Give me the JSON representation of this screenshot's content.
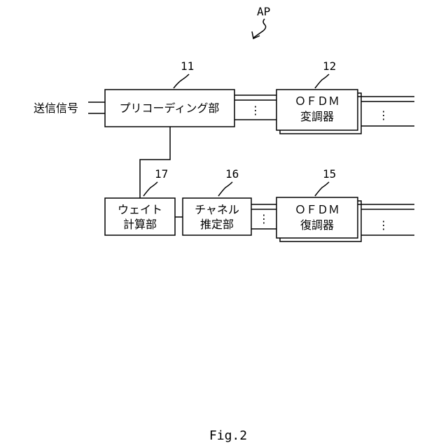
{
  "diagram": {
    "ref_label": "AP",
    "input_label": "送信信号",
    "caption": "Fig.2",
    "blocks": {
      "precoding": {
        "ref": "11",
        "line1": "プリコーディング部"
      },
      "ofdm_mod": {
        "ref": "12",
        "line1": "ＯＦＤＭ",
        "line2": "変調器"
      },
      "weight": {
        "ref": "17",
        "line1": "ウェイト",
        "line2": "計算部"
      },
      "channel": {
        "ref": "16",
        "line1": "チャネル",
        "line2": "推定部"
      },
      "ofdm_demod": {
        "ref": "15",
        "line1": "ＯＦＤＭ",
        "line2": "復調器"
      }
    },
    "ellipsis": "⋮"
  }
}
